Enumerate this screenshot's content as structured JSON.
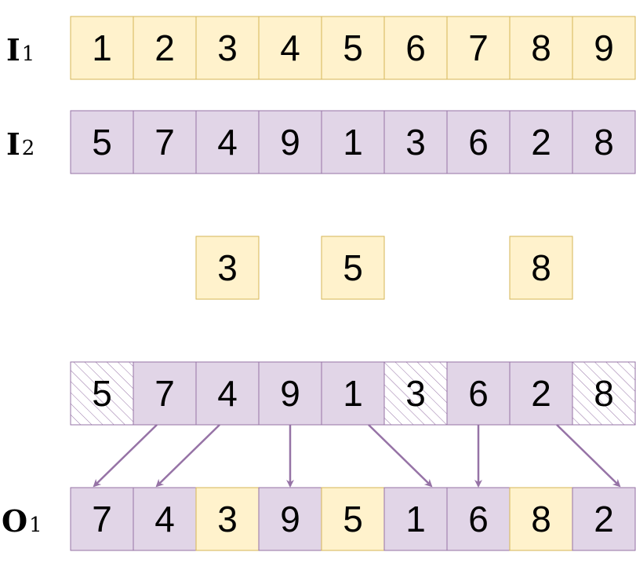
{
  "colors": {
    "yellow_fill": "#fff2cc",
    "yellow_stroke": "#d6b656",
    "purple_fill": "#e1d5e7",
    "purple_stroke": "#9673a6",
    "hatch_stroke": "#9673a6",
    "arrow": "#9673a6",
    "text": "#000000"
  },
  "rows": {
    "i1": {
      "label_main": "I",
      "label_sub": "1",
      "values": [
        "1",
        "2",
        "3",
        "4",
        "5",
        "6",
        "7",
        "8",
        "9"
      ]
    },
    "i2": {
      "label_main": "I",
      "label_sub": "2",
      "values": [
        "5",
        "7",
        "4",
        "9",
        "1",
        "3",
        "6",
        "2",
        "8"
      ]
    },
    "selected": {
      "values": [
        "3",
        "5",
        "8"
      ],
      "slots": [
        2,
        4,
        7
      ]
    },
    "masked": {
      "values": [
        "5",
        "7",
        "4",
        "9",
        "1",
        "3",
        "6",
        "2",
        "8"
      ],
      "hatched_slots": [
        0,
        5,
        8
      ]
    },
    "o1": {
      "label_main": "O",
      "label_sub": "1",
      "values": [
        "7",
        "4",
        "3",
        "9",
        "5",
        "1",
        "6",
        "8",
        "2"
      ],
      "yellow_slots": [
        2,
        4,
        7
      ]
    }
  },
  "arrows": [
    {
      "from": 1,
      "to": 0
    },
    {
      "from": 2,
      "to": 1
    },
    {
      "from": 3,
      "to": 3
    },
    {
      "from": 4,
      "to": 5
    },
    {
      "from": 6,
      "to": 6
    },
    {
      "from": 7,
      "to": 8
    }
  ]
}
